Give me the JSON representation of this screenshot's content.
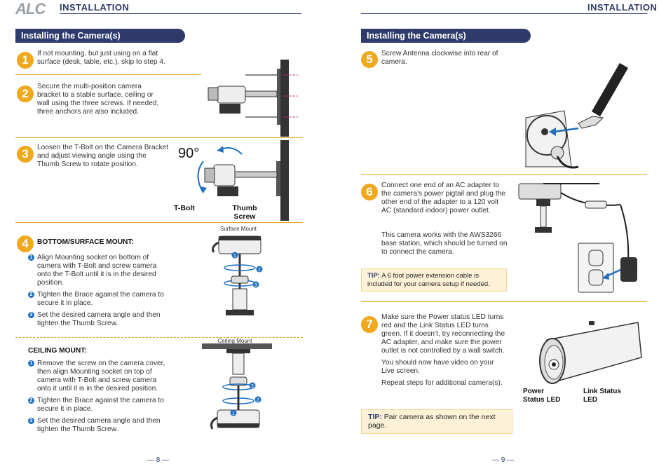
{
  "header": {
    "logo": "ALC",
    "left_title": "INSTALLATION",
    "right_title": "INSTALLATION"
  },
  "left": {
    "section_title": "Installing the Camera(s)",
    "steps": [
      {
        "num": "1",
        "text": "If not mounting, but just using on a flat surface (desk, table, etc.), skip to step 4."
      },
      {
        "num": "2",
        "text": "Secure the multi-position camera bracket to a stable surface, ceiling or wall using the three screws. If needed, three anchors are also included."
      },
      {
        "num": "3",
        "text": "Loosen the T-Bolt on the Camera Bracket and adjust viewing angle using the Thumb Screw to rotate position."
      },
      {
        "num": "4",
        "text": "BOTTOM/SURFACE MOUNT:"
      }
    ],
    "angle_label": "90°",
    "tbolt_label": "T-Bolt",
    "thumb_label": "Thumb Screw",
    "surface_mount_label": "Surface Mount",
    "ceiling_mount_label": "Ceiling Mount",
    "bottom_items": [
      {
        "n": "1",
        "text": "Align Mounting socket on bottom of camera with T-Bolt and screw camera onto the T-Bolt until it is in the desired position."
      },
      {
        "n": "2",
        "text": "Tighten the Brace against the camera to secure it in place."
      },
      {
        "n": "3",
        "text": "Set the desired camera angle and then tighten the Thumb Screw."
      }
    ],
    "ceiling_title": "CEILING MOUNT:",
    "ceiling_items": [
      {
        "n": "1",
        "text": "Remove the screw on the camera cover, then align Mounting socket on top of camera with T-Bolt and screw camera onto it until it is in the desired position."
      },
      {
        "n": "2",
        "text": "Tighten the Brace against the camera to secure it in place."
      },
      {
        "n": "3",
        "text": "Set the desired camera angle and then tighten the Thumb Screw."
      }
    ],
    "page_number": "— 8 —"
  },
  "right": {
    "section_title": "Installing the Camera(s)",
    "step5": {
      "num": "5",
      "text": "Screw Antenna clockwise into rear of camera."
    },
    "step6": {
      "num": "6",
      "text": "Connect one end of an AC adapter to the camera’s power pigtail and plug the other end of the adapter to a 120 volt AC (standard indoor) power outlet.",
      "text2": "This camera works with the AWS3266 base station, which should be turned on to connect the camera."
    },
    "tip1": {
      "label": "TIP:",
      "text": "A 6 foot power extension cable is included for your camera setup if needed."
    },
    "step7": {
      "num": "7",
      "text": "Make sure the Power status LED turns red and the Link Status LED turns green. If it doesn’t, try reconnecting the AC adapter, and make sure the power outlet is not controlled by a wall switch.",
      "text2": "You should now have video on your Live screen.",
      "text3": "Repeat steps for additional camera(s)."
    },
    "tip2": {
      "label": "TIP:",
      "text": "Pair camera as shown on the next page."
    },
    "power_led_label": "Power Status LED",
    "link_led_label": "Link Status LED",
    "page_number": "— 9 —"
  },
  "colors": {
    "navy": "#2d3a6b",
    "orange": "#f0a81c",
    "blue": "#1f6fc0"
  }
}
